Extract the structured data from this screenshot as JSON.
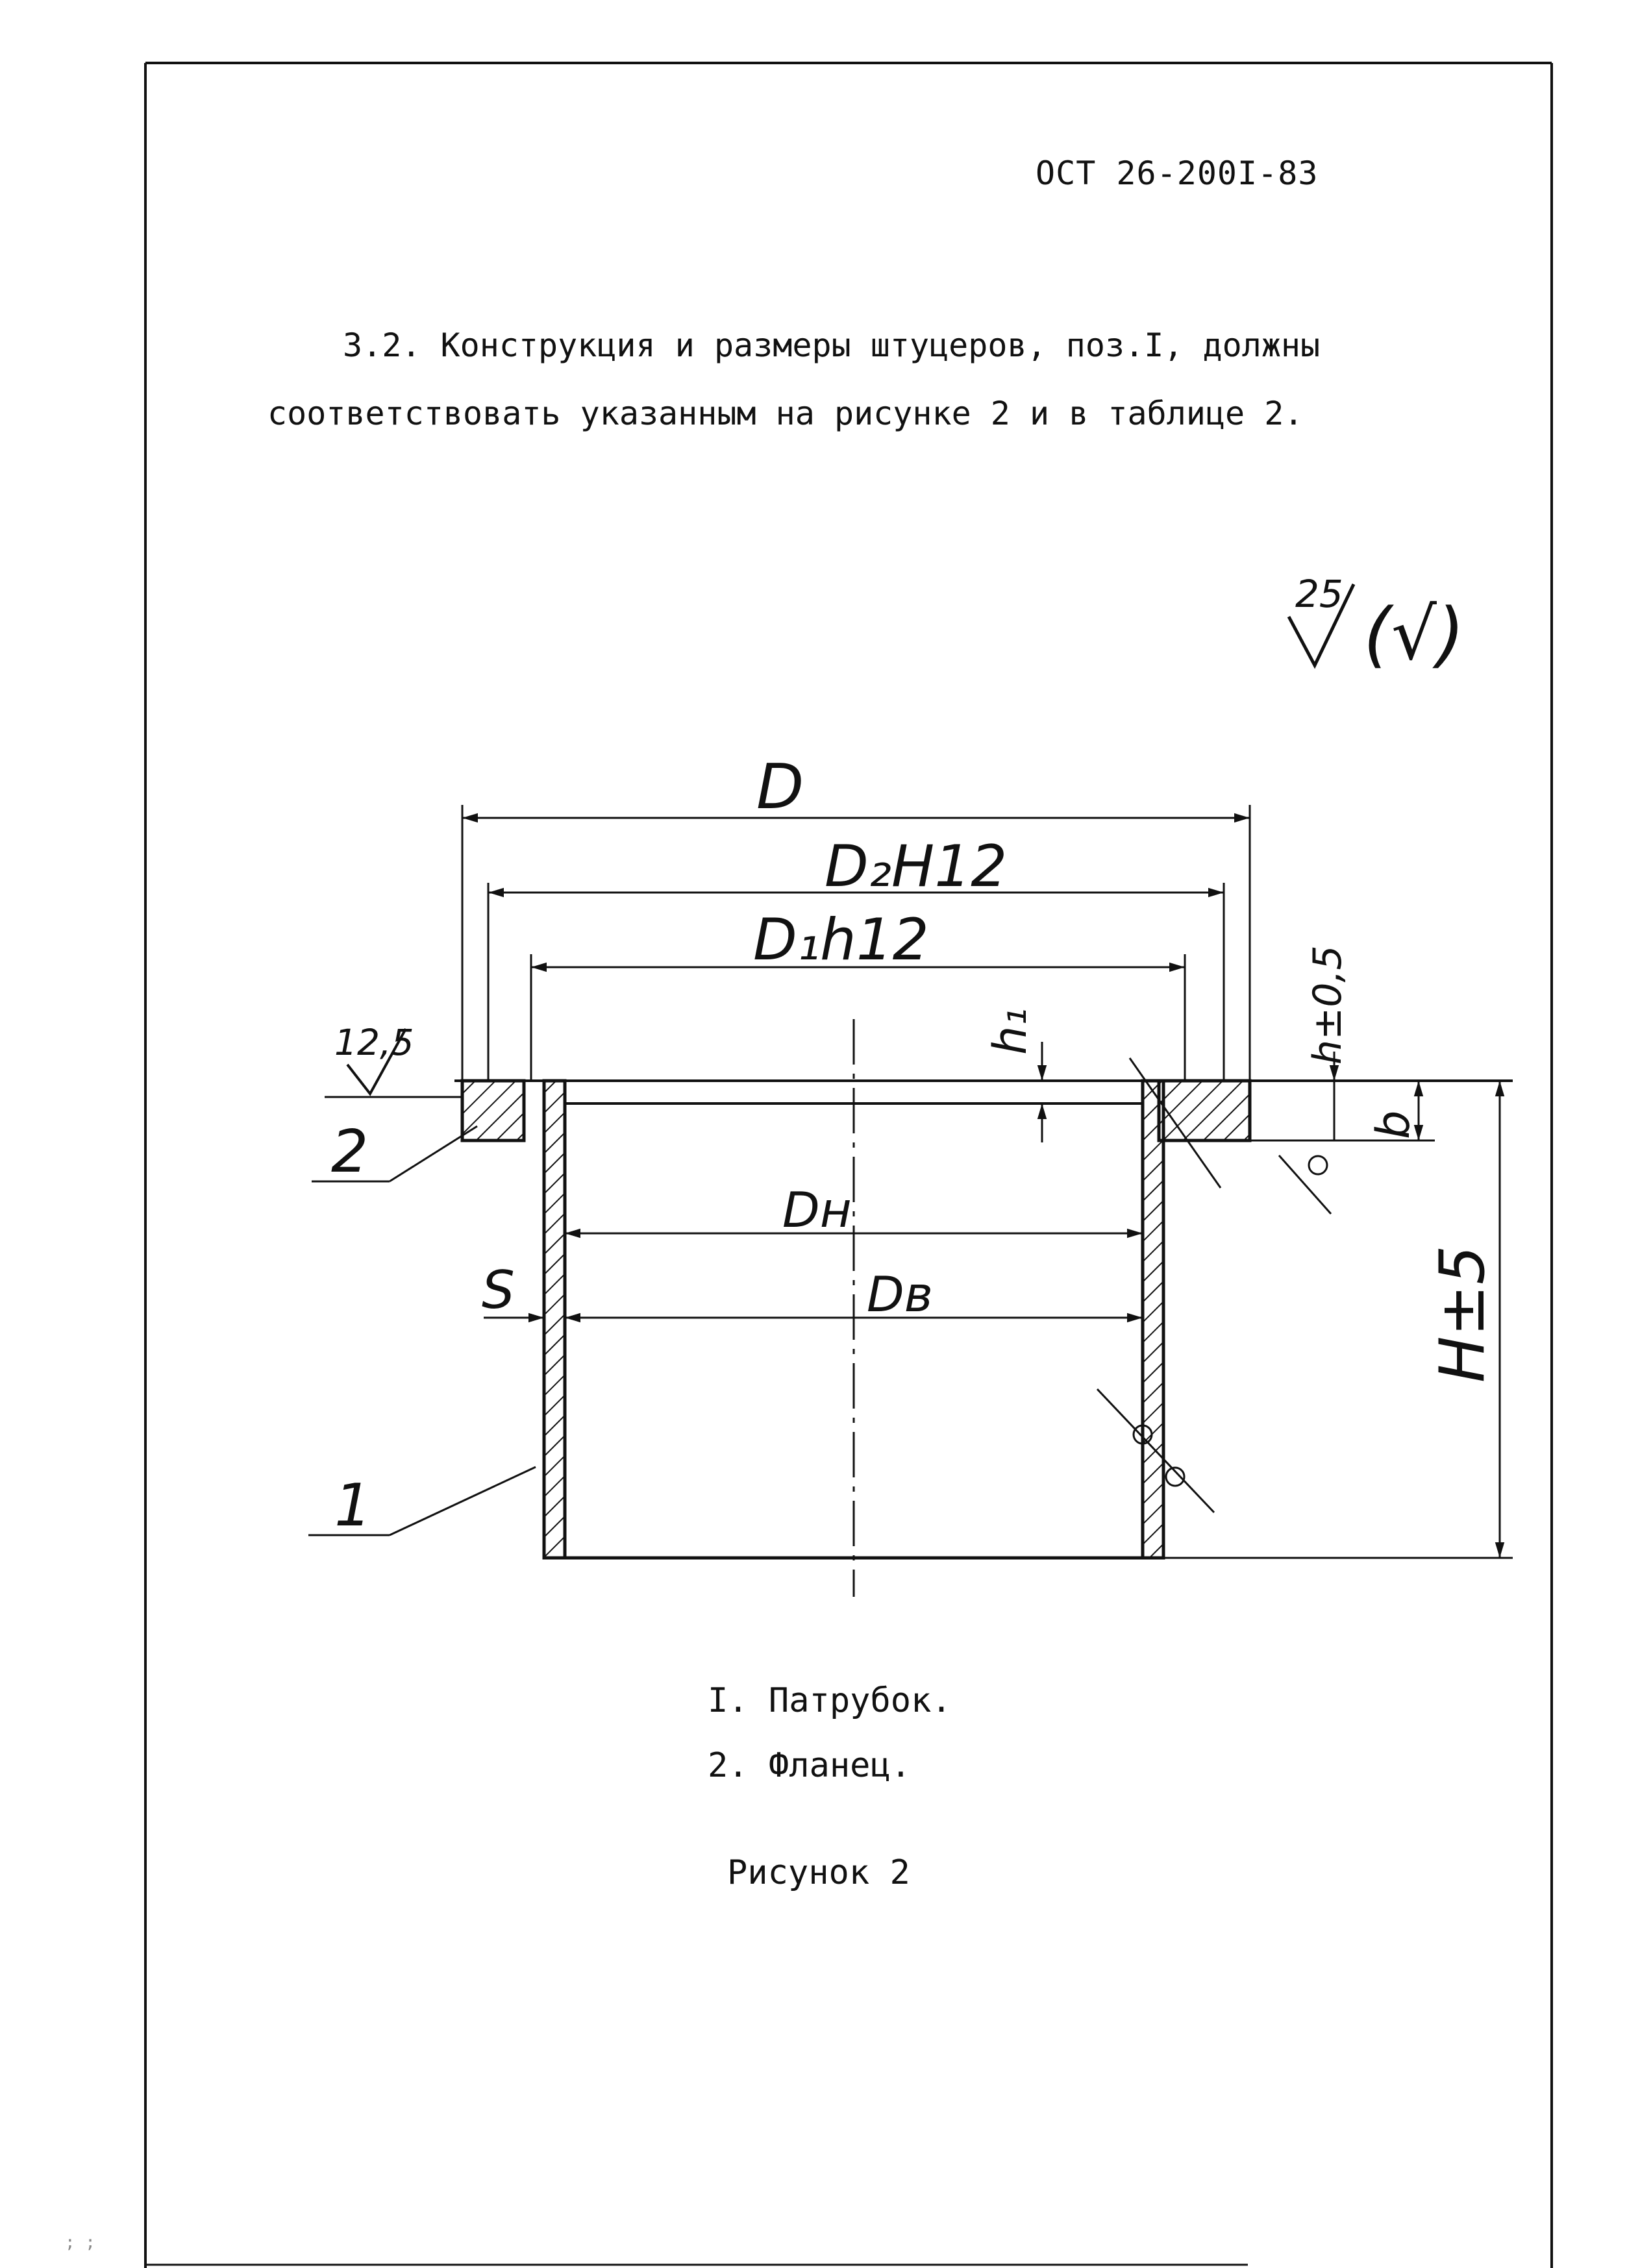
{
  "header": {
    "doc_code": "ОСТ 26-200I-83"
  },
  "paragraph": {
    "line1": "3.2. Конструкция и размеры штуцеров, поз.I, должны",
    "line2": "соответствовать указанным на  рисунке 2 и в таблице 2."
  },
  "drawing": {
    "roughness_general": {
      "value": "25",
      "paren": "(√)"
    },
    "roughness_flange": "12,5",
    "dims": {
      "D": "D",
      "D2": "D₂H12",
      "D1": "D₁h12",
      "Dn": "Dн",
      "Dv": "Dв",
      "S": "S",
      "h1": "h₁",
      "h": "h±0,5",
      "b": "b",
      "H": "H±5"
    },
    "callouts": {
      "pos1": "1",
      "pos2": "2"
    }
  },
  "legend": {
    "item1": "I. Патрубок.",
    "item2": "2. Фланец."
  },
  "caption": "Рисунок 2",
  "margin_mark": "; ;"
}
